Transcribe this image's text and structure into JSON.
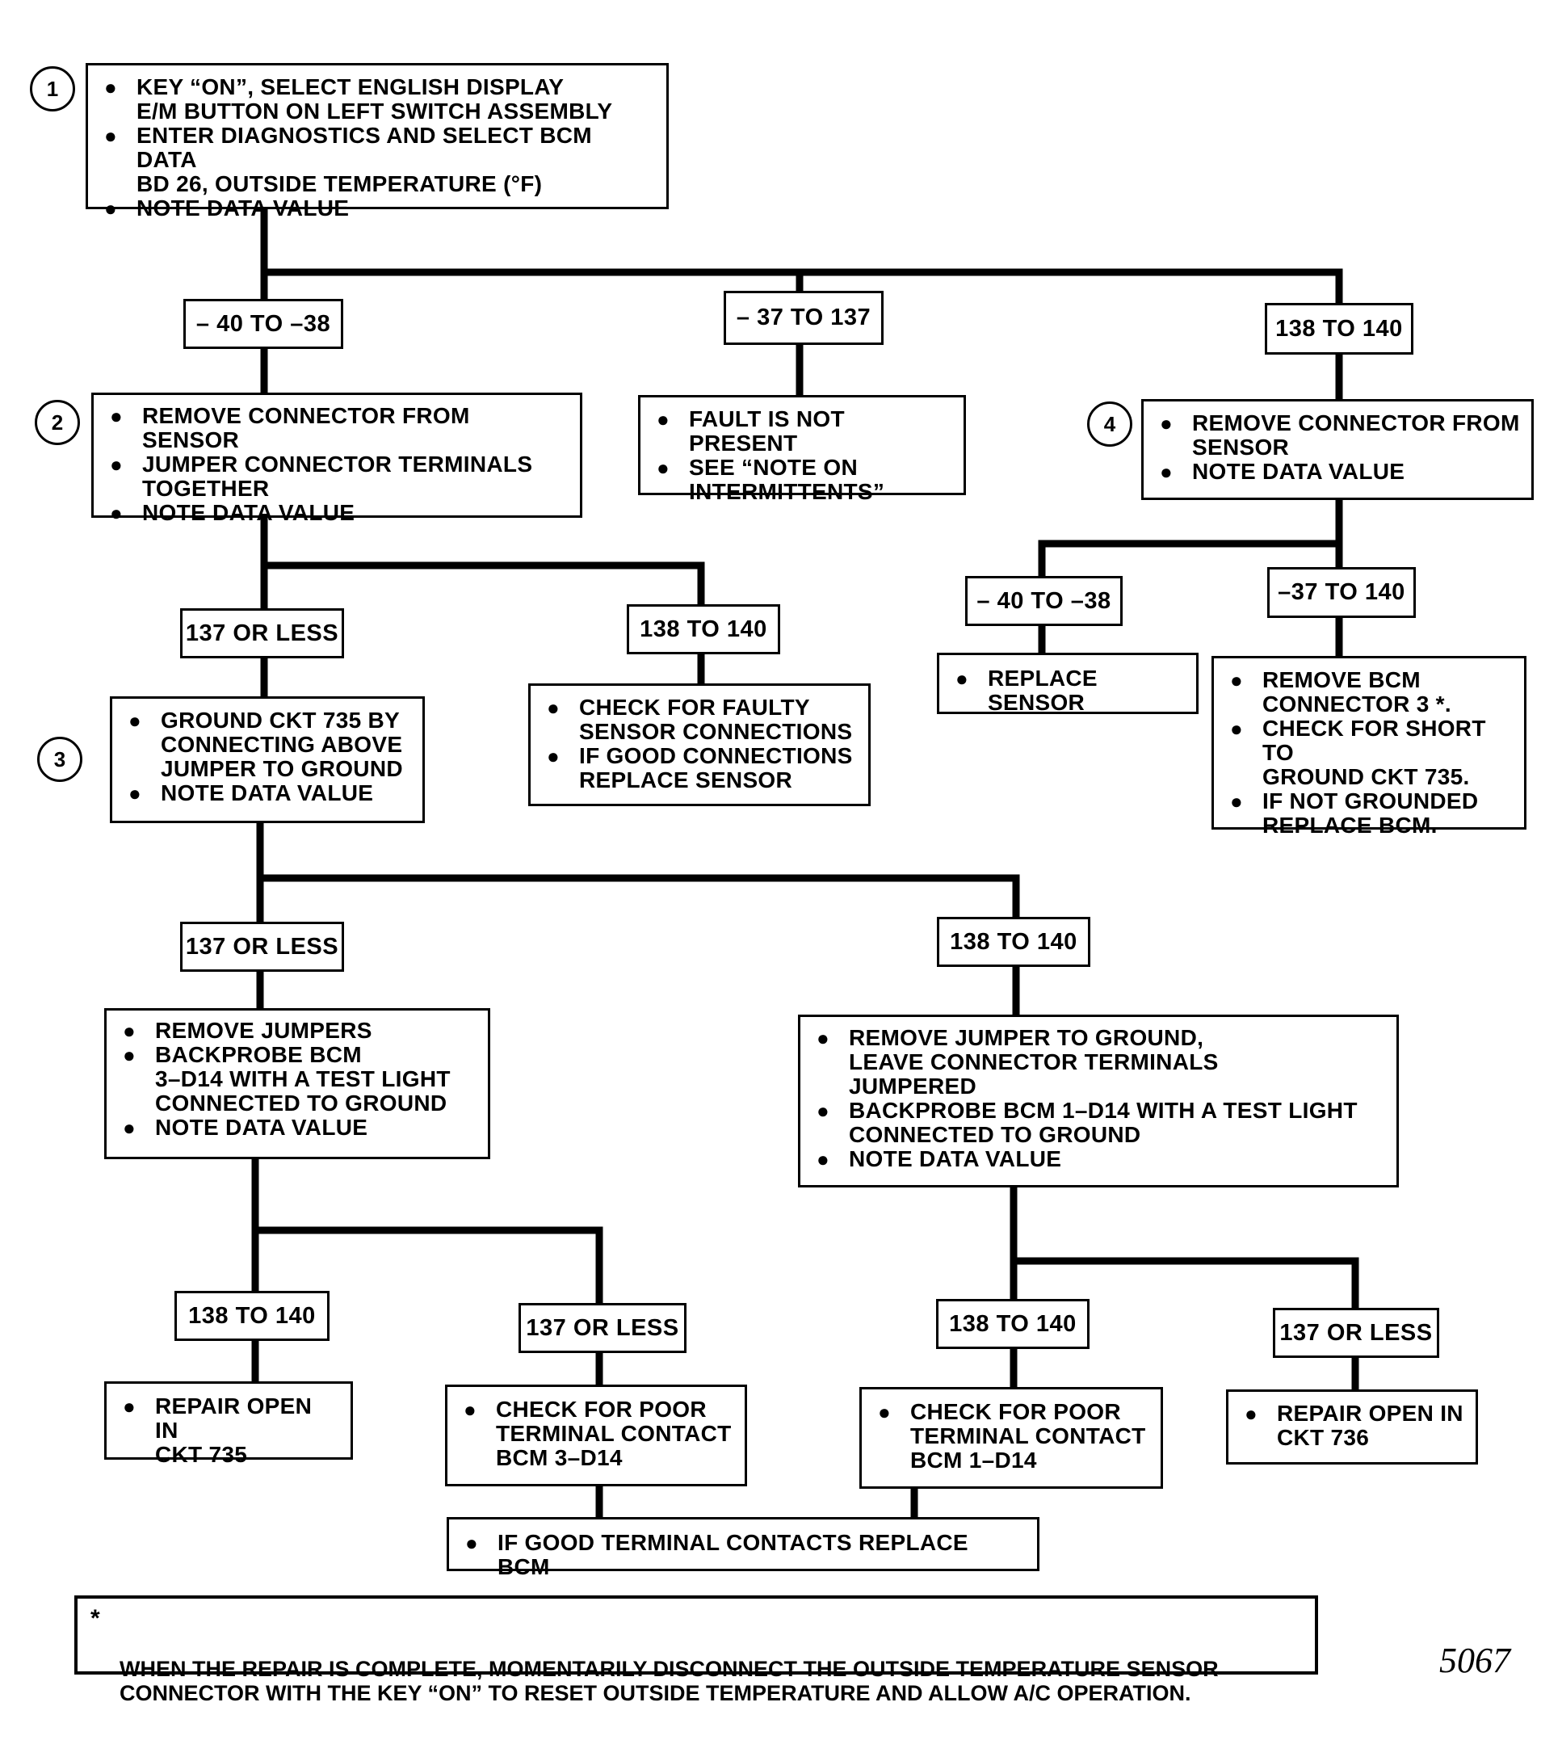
{
  "step_numbers": [
    "1",
    "2",
    "3",
    "4"
  ],
  "boxes": {
    "b1": [
      "KEY “ON”, SELECT ENGLISH DISPLAY\nE/M BUTTON ON LEFT SWITCH ASSEMBLY",
      "ENTER DIAGNOSTICS AND SELECT BCM DATA\nBD 26, OUTSIDE TEMPERATURE (°F)",
      "NOTE DATA VALUE"
    ],
    "b2": [
      "REMOVE CONNECTOR FROM SENSOR",
      "JUMPER CONNECTOR TERMINALS\nTOGETHER",
      "NOTE DATA VALUE"
    ],
    "bFault": [
      "FAULT IS NOT PRESENT",
      "SEE “NOTE ON\nINTERMITTENTS”"
    ],
    "b4": [
      "REMOVE CONNECTOR FROM\nSENSOR",
      "NOTE DATA VALUE"
    ],
    "b3": [
      "GROUND CKT 735 BY\nCONNECTING ABOVE\nJUMPER TO GROUND",
      "NOTE DATA VALUE"
    ],
    "bFaulty": [
      "CHECK FOR FAULTY\nSENSOR CONNECTIONS",
      "IF GOOD CONNECTIONS\nREPLACE SENSOR"
    ],
    "bReplaceSensor": [
      "REPLACE SENSOR"
    ],
    "bRemoveBCM": [
      "REMOVE BCM\nCONNECTOR 3 *.",
      "CHECK FOR SHORT TO\nGROUND CKT 735.",
      "IF NOT GROUNDED\nREPLACE BCM."
    ],
    "bRemoveJumpers": [
      "REMOVE JUMPERS",
      "BACKPROBE BCM\n3–D14 WITH A TEST LIGHT\nCONNECTED TO GROUND",
      "NOTE DATA VALUE"
    ],
    "bRemoveJumperGround": [
      "REMOVE JUMPER TO GROUND,\nLEAVE CONNECTOR TERMINALS\nJUMPERED",
      "BACKPROBE BCM 1–D14 WITH A TEST LIGHT\nCONNECTED TO GROUND",
      "NOTE DATA VALUE"
    ],
    "bRepair735": [
      "REPAIR OPEN  IN\nCKT 735"
    ],
    "bPoor3": [
      "CHECK FOR POOR\nTERMINAL CONTACT\nBCM 3–D14"
    ],
    "bPoor1": [
      "CHECK FOR POOR\nTERMINAL CONTACT\nBCM 1–D14"
    ],
    "bRepair736": [
      "REPAIR OPEN IN\nCKT 736"
    ],
    "bGoodContacts": [
      "IF GOOD TERMINAL CONTACTS REPLACE  BCM"
    ]
  },
  "labels": {
    "l_a1": "– 40 TO –38",
    "l_a2": "– 37 TO 137",
    "l_a3": "138 TO 140",
    "l_b1": "137 OR LESS",
    "l_b2": "138 TO 140",
    "l_c1": "– 40 TO –38",
    "l_c2": "–37 TO 140",
    "l_d1": "137 OR LESS",
    "l_d2": "138 TO 140",
    "l_e1": "138 TO 140",
    "l_e2": "137 OR LESS",
    "l_f1": "138 TO 140",
    "l_f2": "137 OR LESS"
  },
  "footnote": {
    "star": "*",
    "text": "WHEN THE REPAIR IS COMPLETE, MOMENTARILY DISCONNECT THE OUTSIDE TEMPERATURE SENSOR\nCONNECTOR WITH THE KEY “ON” TO RESET OUTSIDE TEMPERATURE AND ALLOW A/C OPERATION."
  },
  "figure_number": "5067"
}
